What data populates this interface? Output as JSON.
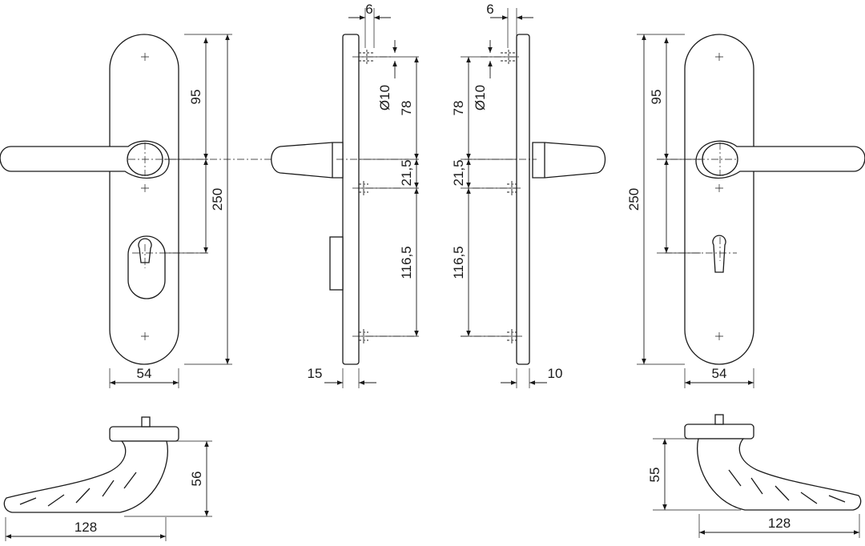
{
  "dimensions": {
    "front_left": {
      "plate_width": "54",
      "lever_to_cylinder": "95",
      "plate_height": "250"
    },
    "side_left": {
      "screw_offset": "6",
      "hole_diameter": "Ø10",
      "upper_spacing": "78",
      "middle_spacing": "21,5",
      "lower_spacing": "116,5",
      "plate_thickness": "15"
    },
    "side_right": {
      "screw_offset": "6",
      "hole_diameter": "Ø10",
      "upper_spacing": "78",
      "middle_spacing": "21,5",
      "lower_spacing": "116,5",
      "plate_thickness": "10"
    },
    "front_right": {
      "plate_width": "54",
      "lever_to_cylinder": "95",
      "plate_height": "250"
    },
    "lever_top_left": {
      "projection": "56",
      "length": "128"
    },
    "lever_top_right": {
      "projection": "55",
      "length": "128"
    }
  },
  "colors": {
    "line": "#1a1a1a",
    "background": "#ffffff"
  }
}
